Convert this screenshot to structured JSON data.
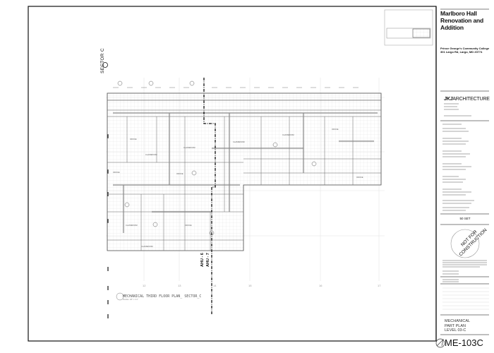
{
  "project": {
    "title": "Marlboro Hall Renovation and Addition",
    "client": "Prince George's Community College",
    "address": "301 Largo Rd, Largo, MD 20774"
  },
  "architect": {
    "logo_mark": "JKJ",
    "logo_text": "ARCHITECTURE"
  },
  "set_label": "50 SET",
  "stamp": "NOT FOR CONSTRUCTION",
  "sheet": {
    "title_lines": [
      "MECHANICAL",
      "PART PLAN",
      "LEVEL 03-C"
    ],
    "number": "ME-103C"
  },
  "plan": {
    "title": "MECHANICAL THIRD FLOOR PLAN_ SECTOR_C",
    "scale": "SCALE: 1/8\" = 1'-0\"",
    "sector_label": "SECTOR C",
    "ahu_labels": [
      "AHU - 6",
      "AHU - 7"
    ],
    "grid_labels": [
      "12",
      "13",
      "14",
      "15",
      "16",
      "17"
    ],
    "room_labels": [
      "OFFICE",
      "CLASSROOM",
      "OFFICE",
      "CLASSROOM",
      "OFFICE",
      "CLASSROOM",
      "OFFICE",
      "CLASSROOM",
      "CLASSROOM",
      "OFFICE",
      "CLASSROOM",
      "OFFICE"
    ]
  }
}
